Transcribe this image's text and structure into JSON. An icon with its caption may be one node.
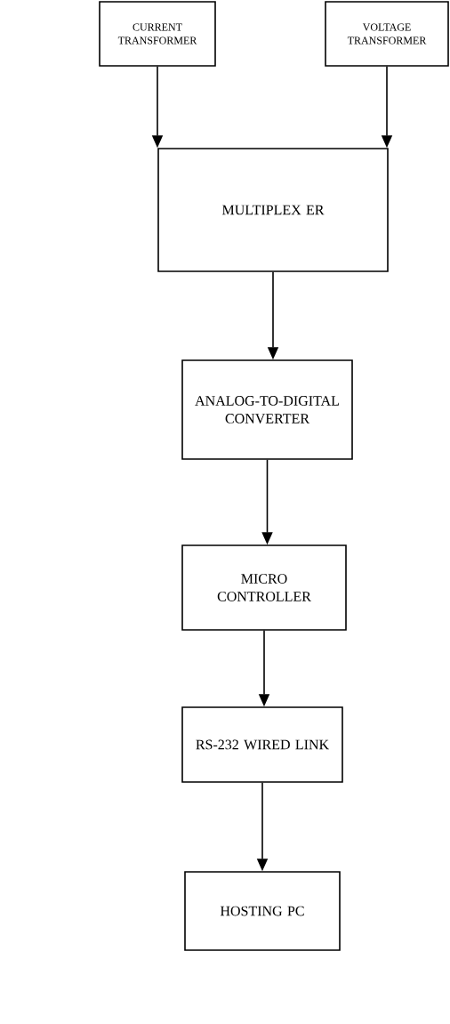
{
  "diagram": {
    "nodes": [
      {
        "text": [
          "CURRENT TRANSFORMER"
        ]
      },
      {
        "text": [
          "VOLTAGE TRANSFORMER"
        ]
      },
      {
        "text": [
          "MULTIPLEX ER"
        ]
      },
      {
        "text": [
          "ANALOG-TO-DIGITAL CONVERTER"
        ]
      },
      {
        "text": [
          "MICRO CONTROLLER"
        ]
      },
      {
        "text": [
          "RS-232 WIRED LINK"
        ]
      },
      {
        "text": [
          "HOSTING PC"
        ]
      }
    ],
    "edges": [
      {
        "from": 0,
        "to": 2,
        "arrow": "to"
      },
      {
        "from": 1,
        "to": 2,
        "arrow": "to"
      },
      {
        "from": 2,
        "to": 3,
        "arrow": "to"
      },
      {
        "from": 3,
        "to": 4,
        "arrow": "to"
      },
      {
        "from": 4,
        "to": 5,
        "arrow": "to"
      },
      {
        "from": 5,
        "to": 6,
        "arrow": "to"
      }
    ]
  }
}
